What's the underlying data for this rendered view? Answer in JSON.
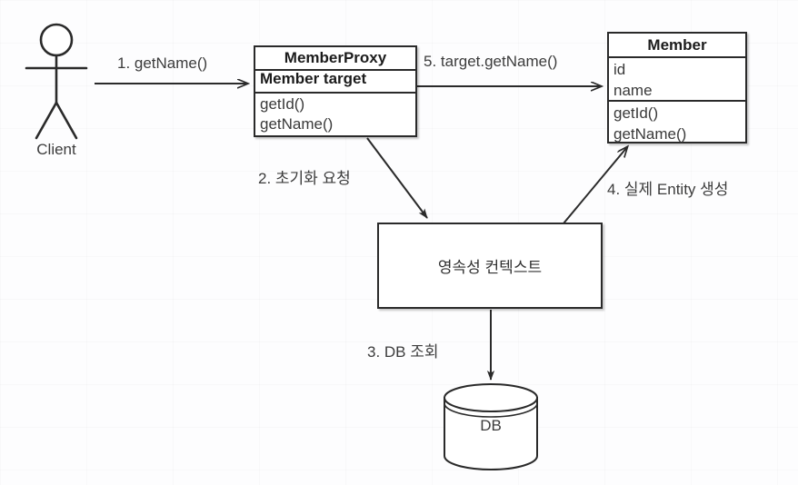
{
  "diagram": {
    "title": "JPA Proxy lazy loading sequence diagram",
    "background_color": "#fdfdfe",
    "stroke_color": "#2a2a2a",
    "text_color": "#3c3c3c"
  },
  "actor": {
    "name": "Client",
    "icon": "stick-figure-actor-icon"
  },
  "classes": {
    "member_proxy": {
      "title": "MemberProxy",
      "attributes": [
        "Member target"
      ],
      "methods": [
        "getId()",
        "getName()"
      ]
    },
    "member": {
      "title": "Member",
      "attributes": [
        "id",
        "name"
      ],
      "methods": [
        "getId()",
        "getName()"
      ]
    }
  },
  "nodes": {
    "persistence_context": "영속성 컨텍스트",
    "database": "DB"
  },
  "edges": [
    {
      "id": "edge-1",
      "label": "1. getName()",
      "from": "Client",
      "to": "MemberProxy"
    },
    {
      "id": "edge-2",
      "label": "2. 초기화 요청",
      "from": "MemberProxy",
      "to": "영속성 컨텍스트"
    },
    {
      "id": "edge-3",
      "label": "3. DB 조회",
      "from": "영속성 컨텍스트",
      "to": "DB"
    },
    {
      "id": "edge-4",
      "label": "4. 실제 Entity 생성",
      "from": "영속성 컨텍스트",
      "to": "Member"
    },
    {
      "id": "edge-5",
      "label": "5. target.getName()",
      "from": "MemberProxy",
      "to": "Member"
    }
  ]
}
